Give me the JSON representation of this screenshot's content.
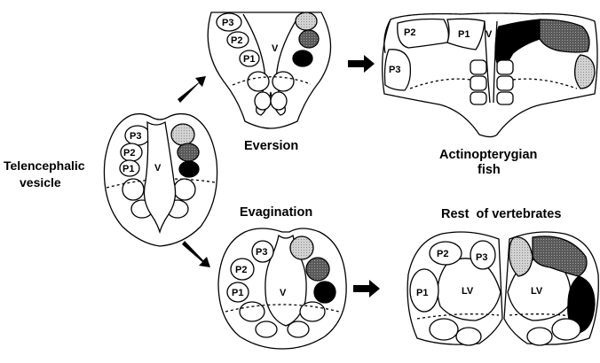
{
  "captions": {
    "telencephalic": [
      "Telencephalic",
      "vesicle"
    ],
    "eversion": "Eversion",
    "actinopterygian": [
      "Actinopterygian",
      "fish"
    ],
    "evagination": "Evagination",
    "rest": "Rest  of vertebrates"
  },
  "vesicle": {
    "p3": "P3",
    "p2": "P2",
    "p1": "P1",
    "v": "V"
  },
  "eversion": {
    "p3": "P3",
    "p2": "P2",
    "p1": "P1",
    "v": "V"
  },
  "actinopterygian": {
    "p2": "P2",
    "p1": "P1",
    "p3": "P3",
    "v": "V"
  },
  "evagination": {
    "p3": "P3",
    "p2": "P2",
    "p1": "P1",
    "v": "V"
  },
  "rest": {
    "p2": "P2",
    "p3": "P3",
    "p1": "P1",
    "lv_left": "LV",
    "lv_right": "LV"
  },
  "colors": {
    "outline": "#000000",
    "light_gray": "#bdbdbd",
    "dark_gray": "#6e6e6e",
    "black": "#000000"
  }
}
